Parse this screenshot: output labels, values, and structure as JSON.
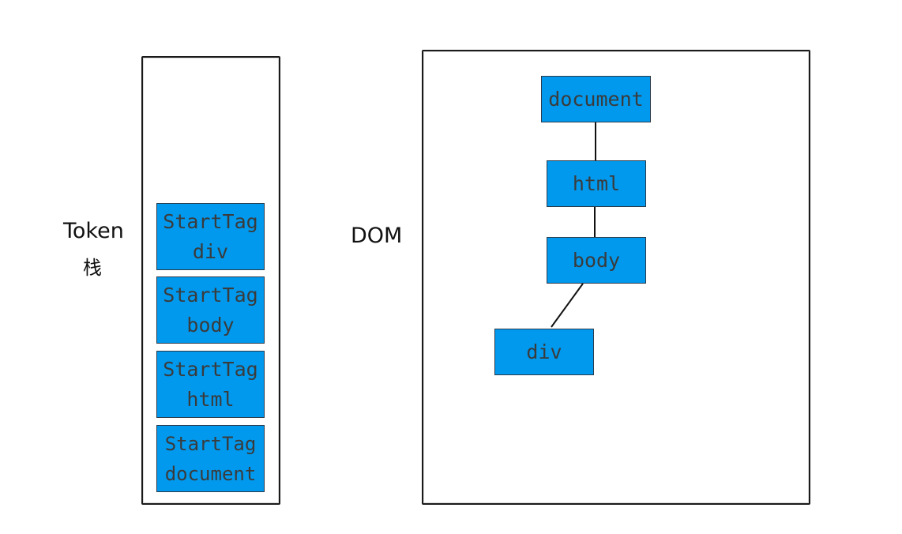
{
  "labels": {
    "token": "Token",
    "stack": "栈",
    "dom": "DOM"
  },
  "token_stack": [
    {
      "kind": "StartTag",
      "tag": "div"
    },
    {
      "kind": "StartTag",
      "tag": "body"
    },
    {
      "kind": "StartTag",
      "tag": "html"
    },
    {
      "kind": "StartTag",
      "tag": "document"
    }
  ],
  "dom_tree": {
    "nodes": [
      "document",
      "html",
      "body",
      "div"
    ],
    "edges": [
      [
        "document",
        "html"
      ],
      [
        "html",
        "body"
      ],
      [
        "body",
        "div"
      ]
    ]
  },
  "colors": {
    "block_fill": "#0099ee",
    "block_text": "#3b3b3b",
    "outline": "#1a1a1a"
  }
}
